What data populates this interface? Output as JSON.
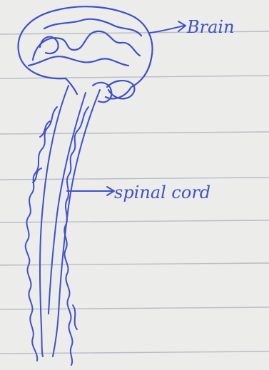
{
  "page": {
    "paper": "ruled notebook page",
    "ink_color": "#3f51c9",
    "paper_color": "#ececea",
    "rule_color": "#b9bcc6"
  },
  "labels": {
    "brain": "Brain",
    "spinal_cord": "spinal cord"
  }
}
